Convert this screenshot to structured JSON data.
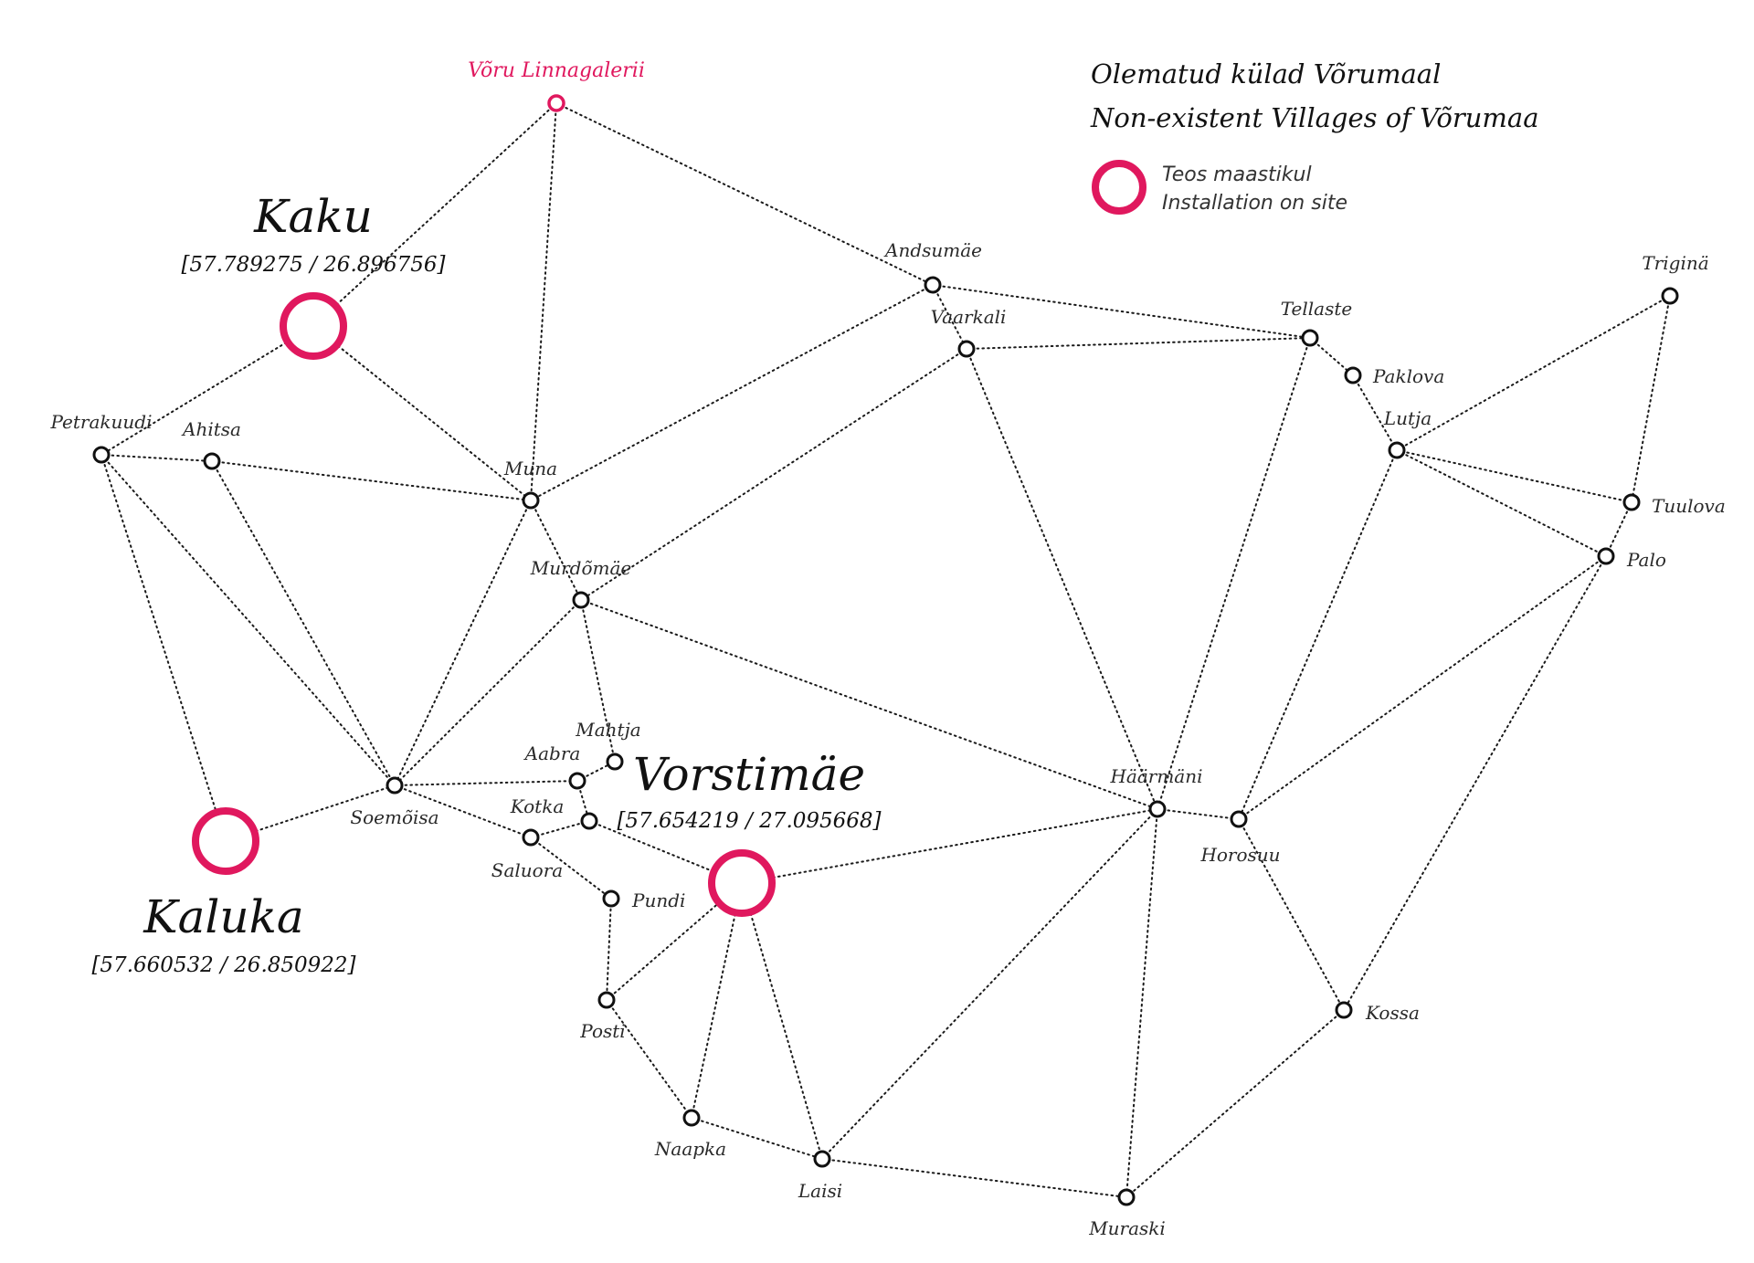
{
  "title": {
    "line1": "Olematud külad Võrumaal",
    "line2": "Non-existent Villages of Võrumaa"
  },
  "legend": {
    "line1": "Teos maastikul",
    "line2": "Installation on site",
    "icon": "pink-ring-icon"
  },
  "colors": {
    "accent": "#e0185e",
    "node_stroke": "#111111",
    "edge": "#1a1a1a"
  },
  "origin": {
    "id": "voru",
    "label": "Võru Linnagalerii"
  },
  "sites": [
    {
      "id": "kaku",
      "name": "Kaku",
      "coords": "[57.789275 / 26.896756]"
    },
    {
      "id": "kaluka",
      "name": "Kaluka",
      "coords": "[57.660532 / 26.850922]"
    },
    {
      "id": "vorstimae",
      "name": "Vorstimäe",
      "coords": "[57.654219 / 27.095668]"
    }
  ],
  "villages": [
    {
      "id": "andsumae",
      "label": "Andsumäe"
    },
    {
      "id": "vaarkali",
      "label": "Vaarkali"
    },
    {
      "id": "tellaste",
      "label": "Tellaste"
    },
    {
      "id": "paklova",
      "label": "Paklova"
    },
    {
      "id": "trigina",
      "label": "Triginä"
    },
    {
      "id": "lutja",
      "label": "Lutja"
    },
    {
      "id": "tuulova",
      "label": "Tuulova"
    },
    {
      "id": "palo",
      "label": "Palo"
    },
    {
      "id": "petrakuudi",
      "label": "Petrakuudi"
    },
    {
      "id": "ahitsa",
      "label": "Ahitsa"
    },
    {
      "id": "muna",
      "label": "Muna"
    },
    {
      "id": "murdomae",
      "label": "Murdõmäe"
    },
    {
      "id": "mahtja",
      "label": "Mahtja"
    },
    {
      "id": "aabra",
      "label": "Aabra"
    },
    {
      "id": "kotka",
      "label": "Kotka"
    },
    {
      "id": "soemoisa",
      "label": "Soemõisa"
    },
    {
      "id": "saluora",
      "label": "Saluora"
    },
    {
      "id": "pundi",
      "label": "Pundi"
    },
    {
      "id": "posti",
      "label": "Posti"
    },
    {
      "id": "naapka",
      "label": "Naapka"
    },
    {
      "id": "laisi",
      "label": "Laisi"
    },
    {
      "id": "muraski",
      "label": "Muraski"
    },
    {
      "id": "haarmani",
      "label": "Häärmäni"
    },
    {
      "id": "horosuu",
      "label": "Horosuu"
    },
    {
      "id": "kossa",
      "label": "Kossa"
    }
  ],
  "connections": [
    [
      "voru",
      "kaku"
    ],
    [
      "voru",
      "muna"
    ],
    [
      "voru",
      "andsumae"
    ],
    [
      "kaku",
      "petrakuudi"
    ],
    [
      "kaku",
      "muna"
    ],
    [
      "andsumae",
      "vaarkali"
    ],
    [
      "andsumae",
      "tellaste"
    ],
    [
      "andsumae",
      "muna"
    ],
    [
      "vaarkali",
      "tellaste"
    ],
    [
      "vaarkali",
      "murdomae"
    ],
    [
      "vaarkali",
      "haarmani"
    ],
    [
      "tellaste",
      "paklova"
    ],
    [
      "tellaste",
      "haarmani"
    ],
    [
      "paklova",
      "lutja"
    ],
    [
      "trigina",
      "lutja"
    ],
    [
      "trigina",
      "tuulova"
    ],
    [
      "lutja",
      "tuulova"
    ],
    [
      "lutja",
      "palo"
    ],
    [
      "lutja",
      "horosuu"
    ],
    [
      "tuulova",
      "palo"
    ],
    [
      "palo",
      "horosuu"
    ],
    [
      "palo",
      "kossa"
    ],
    [
      "petrakuudi",
      "ahitsa"
    ],
    [
      "petrakuudi",
      "soemoisa"
    ],
    [
      "petrakuudi",
      "kaluka"
    ],
    [
      "ahitsa",
      "muna"
    ],
    [
      "ahitsa",
      "soemoisa"
    ],
    [
      "muna",
      "murdomae"
    ],
    [
      "muna",
      "soemoisa"
    ],
    [
      "murdomae",
      "soemoisa"
    ],
    [
      "murdomae",
      "mahtja"
    ],
    [
      "murdomae",
      "haarmani"
    ],
    [
      "kaluka",
      "soemoisa"
    ],
    [
      "soemoisa",
      "aabra"
    ],
    [
      "soemoisa",
      "saluora"
    ],
    [
      "aabra",
      "mahtja"
    ],
    [
      "aabra",
      "kotka"
    ],
    [
      "kotka",
      "saluora"
    ],
    [
      "kotka",
      "vorstimae"
    ],
    [
      "saluora",
      "pundi"
    ],
    [
      "pundi",
      "posti"
    ],
    [
      "posti",
      "vorstimae"
    ],
    [
      "posti",
      "naapka"
    ],
    [
      "vorstimae",
      "naapka"
    ],
    [
      "vorstimae",
      "laisi"
    ],
    [
      "vorstimae",
      "haarmani"
    ],
    [
      "naapka",
      "laisi"
    ],
    [
      "laisi",
      "haarmani"
    ],
    [
      "laisi",
      "muraski"
    ],
    [
      "haarmani",
      "muraski"
    ],
    [
      "haarmani",
      "horosuu"
    ],
    [
      "horosuu",
      "kossa"
    ],
    [
      "kossa",
      "muraski"
    ]
  ]
}
